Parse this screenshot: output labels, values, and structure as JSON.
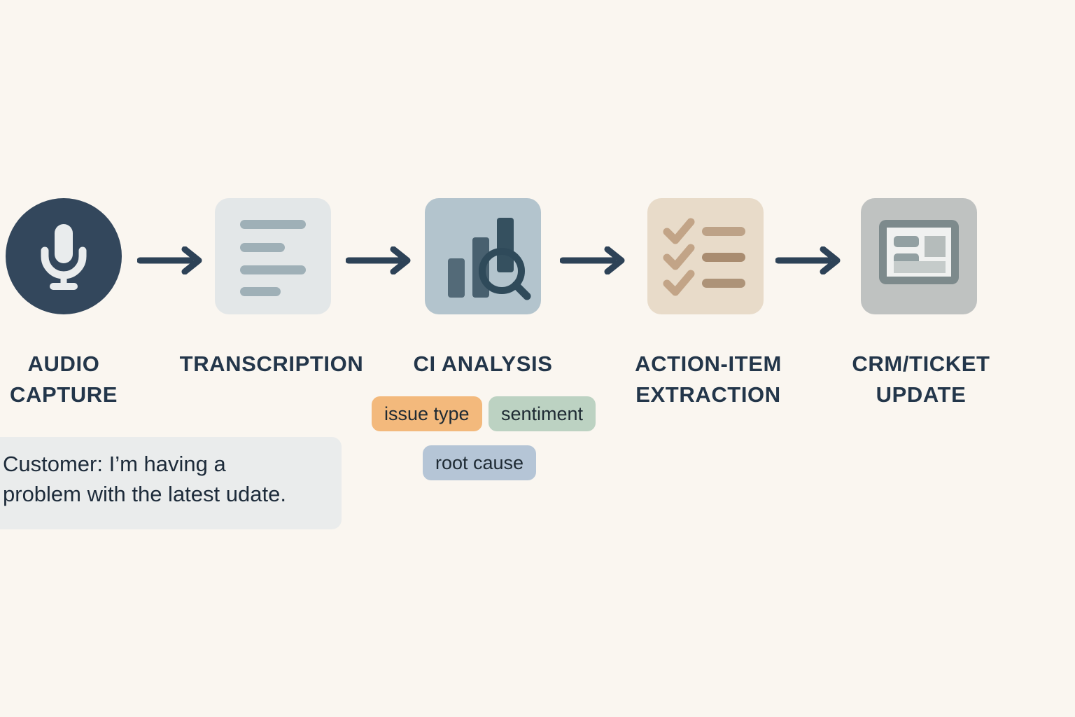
{
  "theme": {
    "background": "#faf6f0",
    "ink": "#23364a",
    "arrow": "#2d4257"
  },
  "pipeline": {
    "stages": [
      {
        "id": "audio-capture",
        "label": "AUDIO\nCAPTURE",
        "icon": "microphone-icon",
        "icon_bg": "#33475c",
        "icon_shape": "circle"
      },
      {
        "id": "transcription",
        "label": "TRANSCRIPTION",
        "icon": "document-lines-icon",
        "icon_bg": "#e3e7e8",
        "icon_shape": "rounded-square"
      },
      {
        "id": "ci-analysis",
        "label": "CI ANALYSIS",
        "icon": "bar-chart-magnifier-icon",
        "icon_bg": "#b3c4cd",
        "icon_shape": "rounded-square"
      },
      {
        "id": "action-item-extraction",
        "label": "ACTION-ITEM\nEXTRACTION",
        "icon": "checklist-icon",
        "icon_bg": "#e8dbc9",
        "icon_shape": "rounded-square"
      },
      {
        "id": "crm-ticket-update",
        "label": "CRM/TICKET\nUPDATE",
        "icon": "window-card-icon",
        "icon_bg": "#bfc2c1",
        "icon_shape": "rounded-square"
      }
    ],
    "connectors": [
      {
        "id": "arrow-1",
        "icon": "arrow-right-icon"
      },
      {
        "id": "arrow-2",
        "icon": "arrow-right-icon"
      },
      {
        "id": "arrow-3",
        "icon": "arrow-right-icon"
      },
      {
        "id": "arrow-4",
        "icon": "arrow-right-icon"
      }
    ]
  },
  "analysis_tags": [
    {
      "id": "issue-type",
      "label": "issue type",
      "color": "#f3b97c"
    },
    {
      "id": "sentiment",
      "label": "sentiment",
      "color": "#bcd2c2"
    },
    {
      "id": "root-cause",
      "label": "root cause",
      "color": "#b5c5d6"
    }
  ],
  "transcript_bubble": {
    "text": "Customer: I’m having a\nproblem with the latest udate.",
    "background": "#eaecec"
  }
}
